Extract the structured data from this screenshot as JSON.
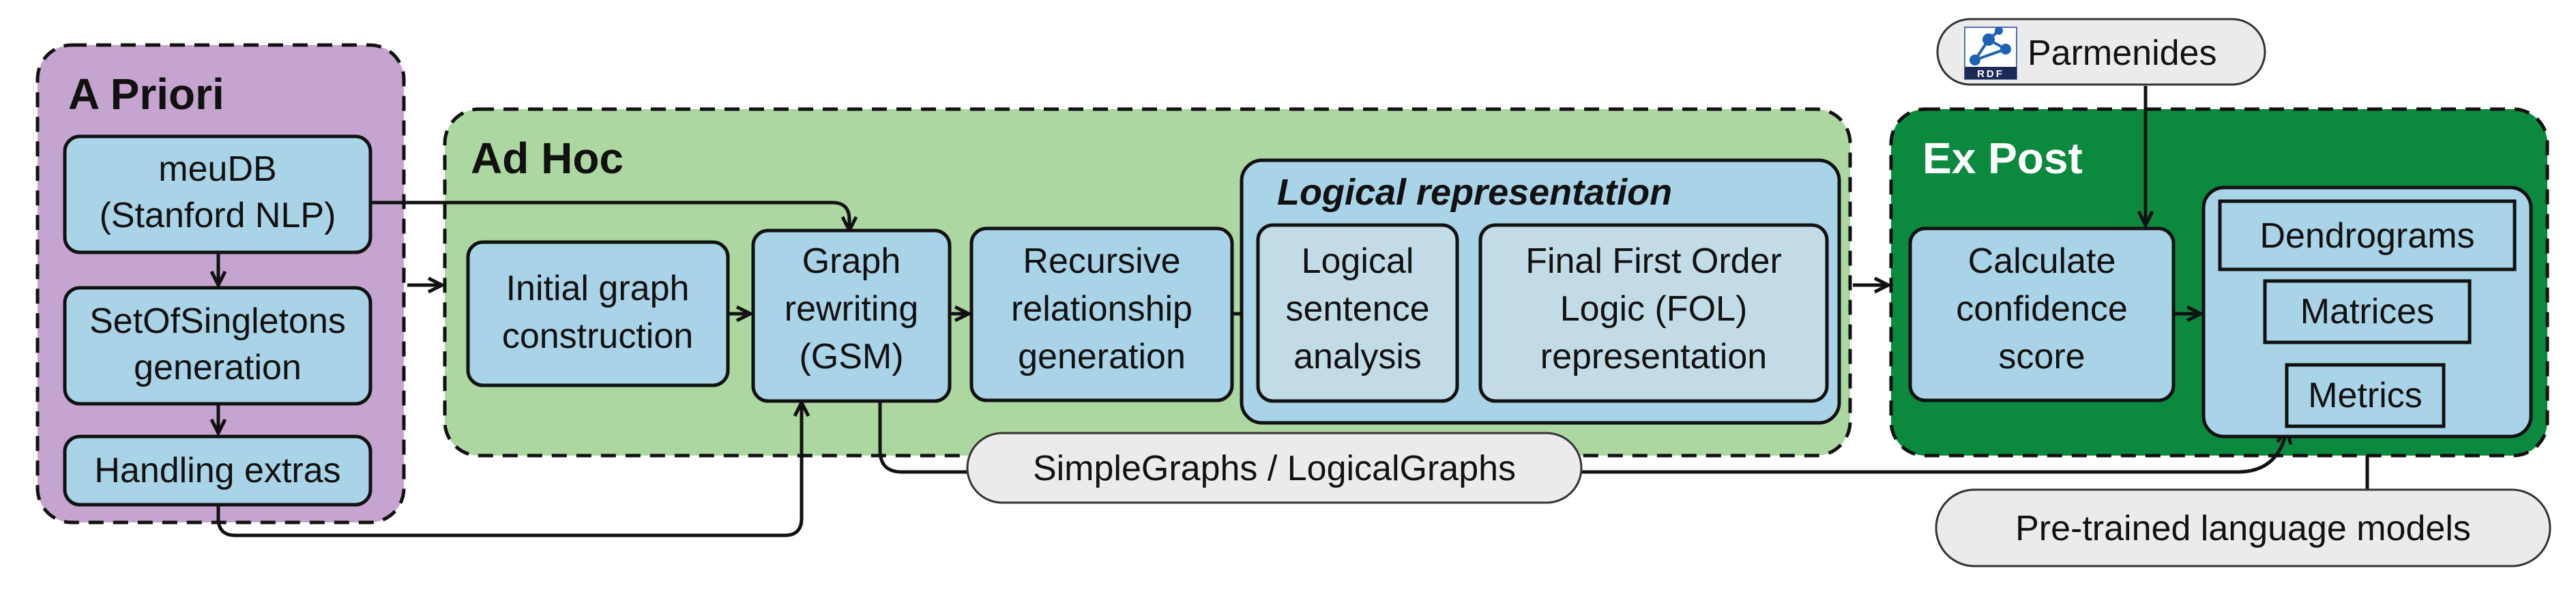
{
  "apriori": {
    "title": "A Priori",
    "box1": [
      "meuDB",
      "(Stanford NLP)"
    ],
    "box2": [
      "SetOfSingletons",
      "generation"
    ],
    "box3": [
      "Handling extras"
    ]
  },
  "adhoc": {
    "title": "Ad Hoc",
    "initial": [
      "Initial graph",
      "construction"
    ],
    "graph": [
      "Graph",
      "rewriting",
      "(GSM)"
    ],
    "recursive": [
      "Recursive",
      "relationship",
      "generation"
    ],
    "logical": {
      "title": "Logical representation",
      "sentence": [
        "Logical",
        "sentence",
        "analysis"
      ],
      "fol": [
        "Final First Order",
        "Logic (FOL)",
        "representation"
      ]
    }
  },
  "expost": {
    "title": "Ex Post",
    "confidence": [
      "Calculate",
      "confidence",
      "score"
    ],
    "dendrograms": "Dendrograms",
    "matrices": "Matrices",
    "metrics": "Metrics"
  },
  "pills": {
    "parmenides": "Parmenides",
    "rdf": "RDF",
    "graphs": "SimpleGraphs / LogicalGraphs",
    "pretrained": "Pre-trained language models"
  },
  "colors": {
    "apriori_bg": "#c5a5cf",
    "adhoc_bg": "#acd7a0",
    "expost_bg": "#0b893f",
    "box_bg": "#a9d3e6",
    "pill_bg": "#ebebeb"
  }
}
